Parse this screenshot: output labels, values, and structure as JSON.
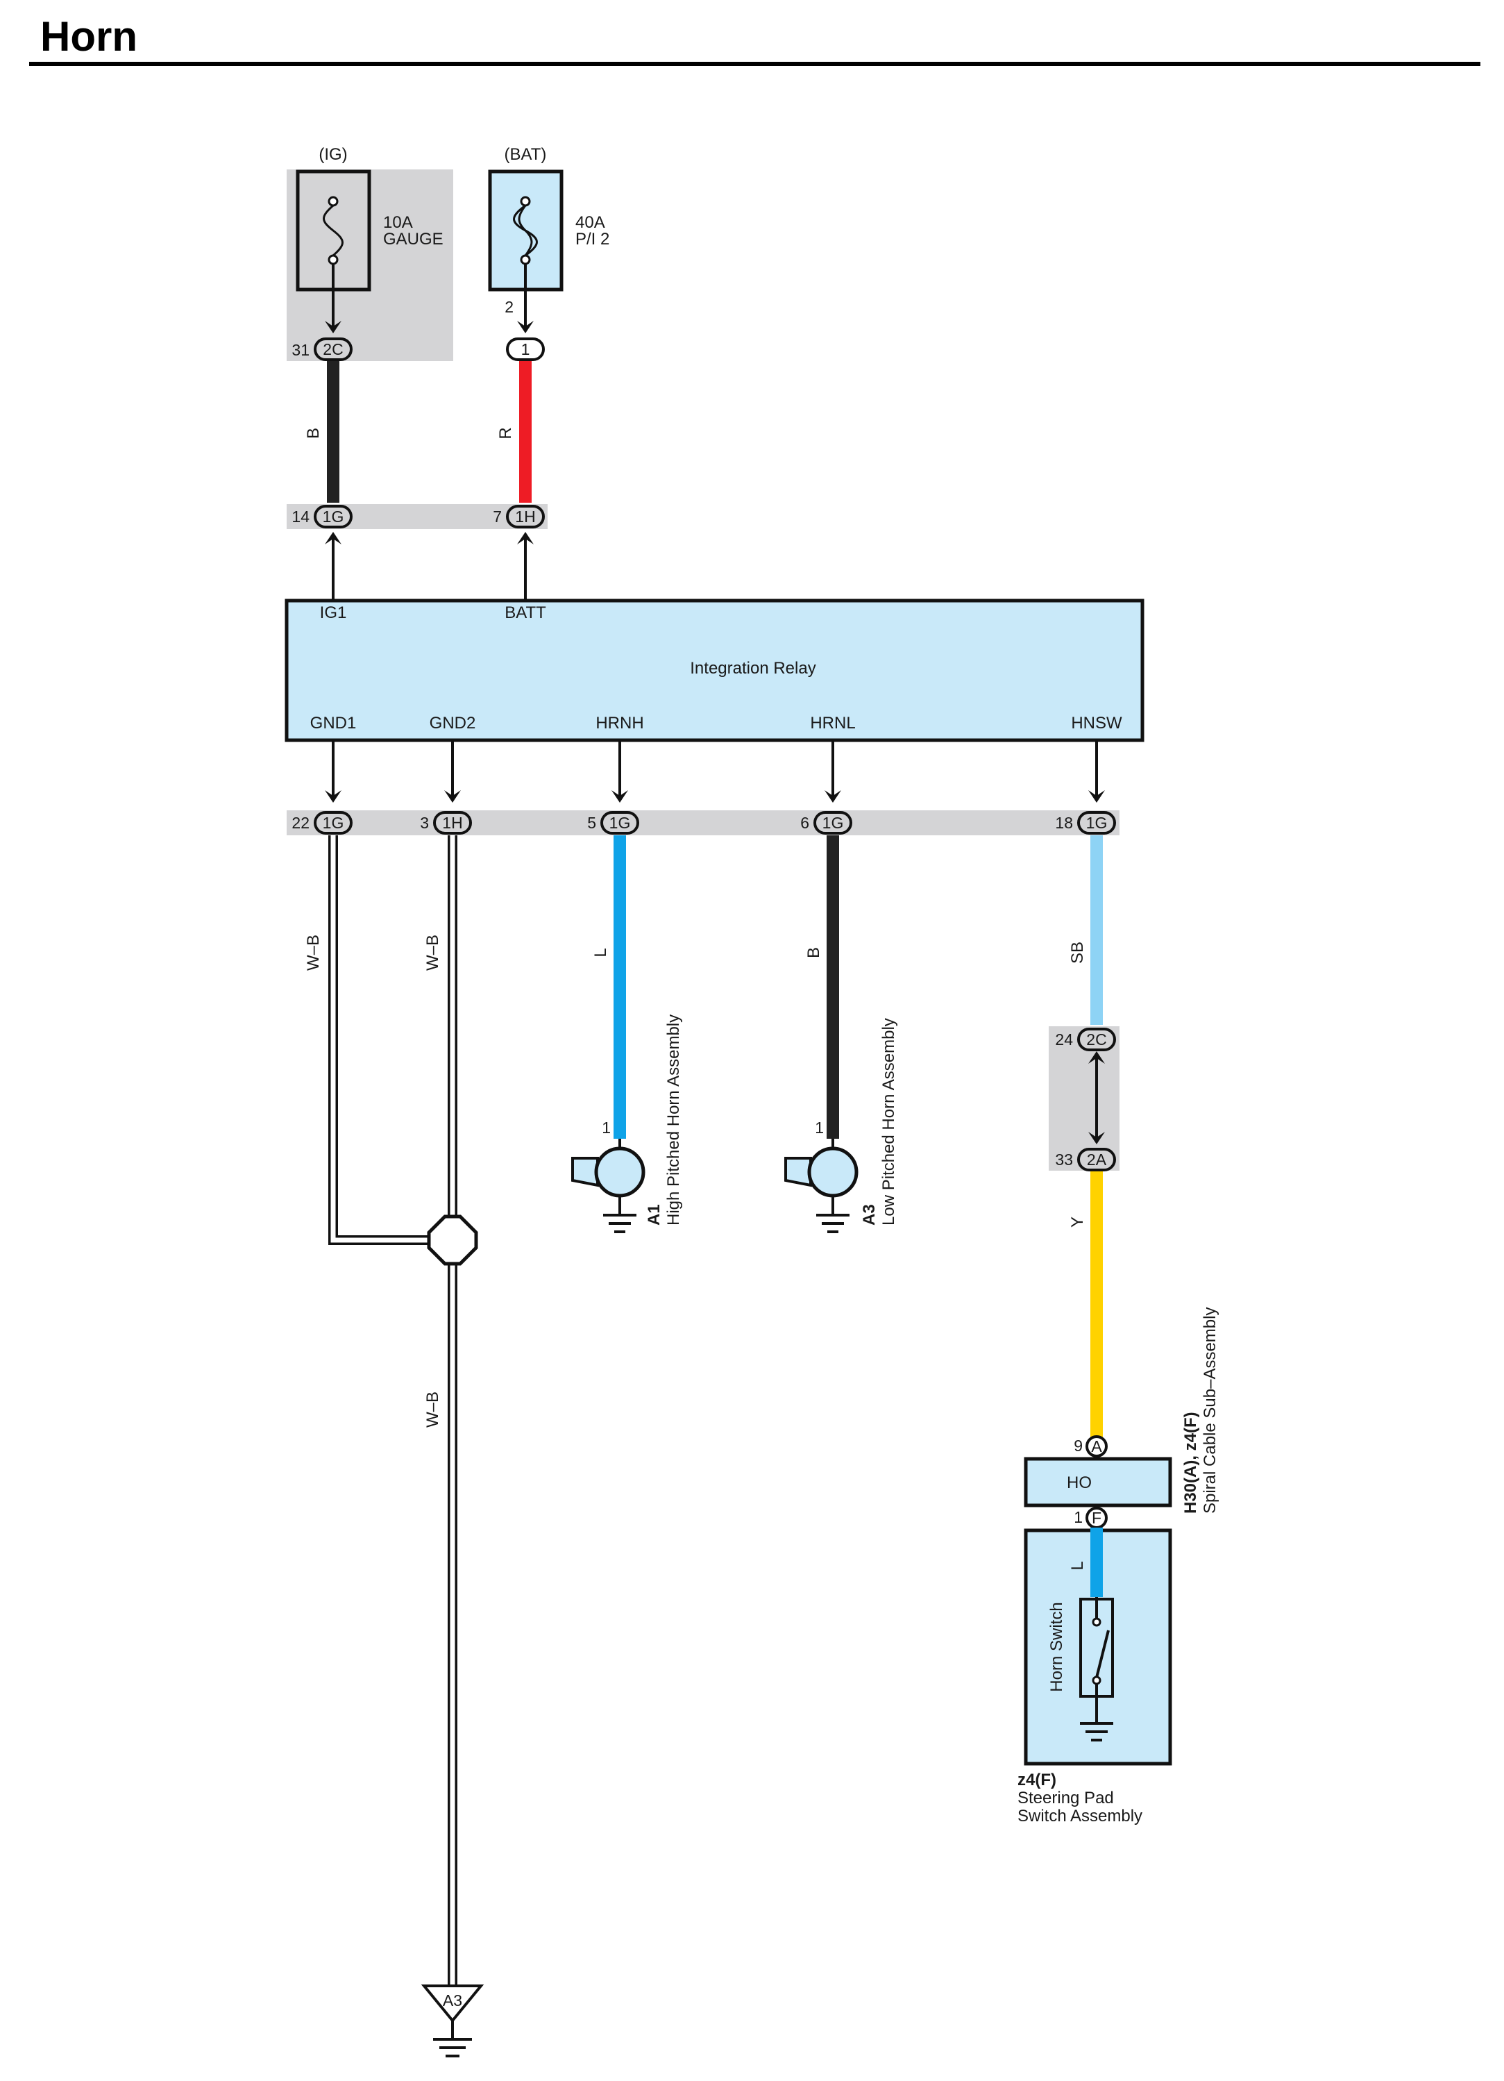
{
  "page": {
    "title": "Horn"
  },
  "colors": {
    "wire_B": "#222222",
    "wire_R": "#ee1c25",
    "wire_L": "#0fa3e8",
    "wire_SB": "#8ed3f5",
    "wire_Y": "#ffd200",
    "component_fill": "#c9e9f9",
    "connector_band": "#d4d4d6"
  },
  "fuses": [
    {
      "source": "(IG)",
      "rating": "10A",
      "name": "GAUGE",
      "out_pin": "31",
      "connector": "2C",
      "wire_code": "B"
    },
    {
      "source": "(BAT)",
      "rating": "40A",
      "name": "P/I 2",
      "out_pin": "2",
      "connector": "1",
      "wire_code": "R"
    }
  ],
  "relay_in_connectors": [
    {
      "pin": "14",
      "connector": "1G"
    },
    {
      "pin": "7",
      "connector": "1H"
    }
  ],
  "relay": {
    "name": "Integration Relay",
    "top_terminals": [
      "IG1",
      "BATT"
    ],
    "bottom_terminals": [
      "GND1",
      "GND2",
      "HRNH",
      "HRNL",
      "HNSW"
    ]
  },
  "relay_out_connectors": [
    {
      "pin": "22",
      "connector": "1G",
      "wire_code": "W–B"
    },
    {
      "pin": "3",
      "connector": "1H",
      "wire_code": "W–B"
    },
    {
      "pin": "5",
      "connector": "1G",
      "wire_code": "L"
    },
    {
      "pin": "6",
      "connector": "1G",
      "wire_code": "B"
    },
    {
      "pin": "18",
      "connector": "1G",
      "wire_code": "SB"
    }
  ],
  "horns": [
    {
      "code": "A1",
      "name": "High Pitched Horn Assembly",
      "pin": "1"
    },
    {
      "code": "A3",
      "name": "Low Pitched Horn Assembly",
      "pin": "1"
    }
  ],
  "junction": [
    {
      "pin": "24",
      "connector": "2C"
    },
    {
      "pin": "33",
      "connector": "2A",
      "wire_code": "Y"
    }
  ],
  "ground_wire_code": "W–B",
  "ground_point": "A3",
  "spiral_cable": {
    "code": "H30(A), z4(F)",
    "name": "Spiral Cable Sub–Assembly",
    "in_pin": "9",
    "in_connector": "A",
    "terminal": "HO",
    "out_pin": "1",
    "out_connector": "F",
    "wire_code": "L"
  },
  "steering_pad": {
    "code": "z4(F)",
    "name_line1": "Steering Pad",
    "name_line2": "Switch Assembly",
    "switch": "Horn Switch"
  }
}
